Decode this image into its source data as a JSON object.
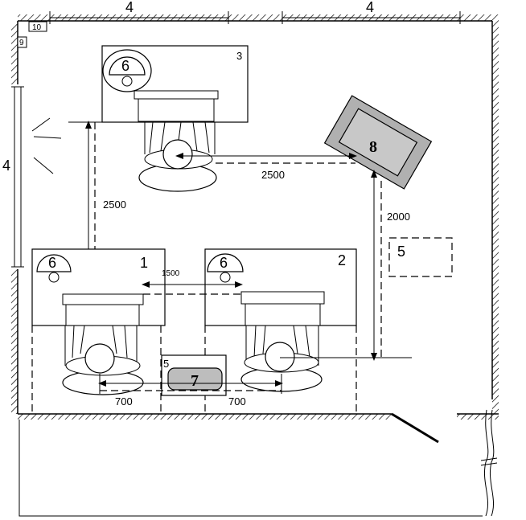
{
  "dimensions": {
    "top_left": "4",
    "top_right": "4",
    "left_side": "4",
    "d_2500_vertical": "2500",
    "d_2500_horizontal": "2500",
    "d_2000": "2000",
    "d_1500": "1500",
    "d_700_left": "700",
    "d_700_right": "700"
  },
  "markers": {
    "m10": "10",
    "m9": "9"
  },
  "workstations": {
    "ws1": "1",
    "ws2": "2",
    "ws3": "3"
  },
  "lamps": {
    "lamp1": "6",
    "lamp2": "6",
    "lamp3": "6"
  },
  "items": {
    "cabinet_dashed": "5",
    "cabinet_small": "5",
    "item7": "7",
    "item8": "8"
  }
}
